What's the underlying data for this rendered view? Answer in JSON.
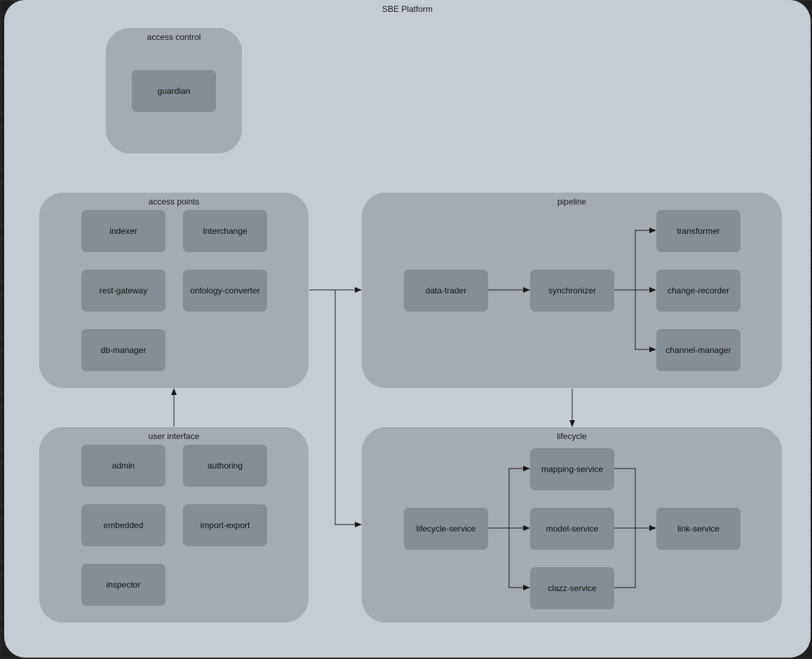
{
  "platform": {
    "title": "SBE Platform"
  },
  "groups": {
    "access_control": {
      "title": "access control",
      "nodes": {
        "guardian": "guardian"
      }
    },
    "access_points": {
      "title": "access points",
      "nodes": {
        "indexer": "indexer",
        "interchange": "Interchange",
        "rest_gateway": "rest-gateway",
        "ontology_converter": "ontology-converter",
        "db_manager": "db-manager"
      }
    },
    "user_interface": {
      "title": "user interface",
      "nodes": {
        "admin": "admin",
        "authoring": "authoring",
        "embedded": "embedded",
        "import_export": "import-export",
        "inspector": "inspector"
      }
    },
    "pipeline": {
      "title": "pipeline",
      "nodes": {
        "data_trader": "data-trader",
        "synchronizer": "synchronizer",
        "transformer": "transformer",
        "change_recorder": "change-recorder",
        "channel_manager": "channel-manager"
      }
    },
    "lifecycle": {
      "title": "lifecycle",
      "nodes": {
        "lifecycle_service": "lifecycle-service",
        "mapping_service": "mapping-service",
        "model_service": "model-service",
        "clazz_service": "clazz-service",
        "link_service": "link-service"
      }
    }
  },
  "edges": [
    {
      "from": "user-interface",
      "to": "access-points"
    },
    {
      "from": "access-points",
      "to": "pipeline"
    },
    {
      "from": "access-points",
      "to": "lifecycle"
    },
    {
      "from": "pipeline",
      "to": "lifecycle"
    },
    {
      "from": "data-trader",
      "to": "synchronizer"
    },
    {
      "from": "synchronizer",
      "to": "transformer"
    },
    {
      "from": "synchronizer",
      "to": "change-recorder"
    },
    {
      "from": "synchronizer",
      "to": "channel-manager"
    },
    {
      "from": "lifecycle-service",
      "to": "mapping-service"
    },
    {
      "from": "lifecycle-service",
      "to": "model-service"
    },
    {
      "from": "lifecycle-service",
      "to": "clazz-service"
    },
    {
      "from": "mapping-service",
      "to": "link-service"
    },
    {
      "from": "model-service",
      "to": "link-service"
    },
    {
      "from": "clazz-service",
      "to": "link-service"
    }
  ],
  "colors": {
    "canvas": "#1f1f1f",
    "platform": "#c5ccd4",
    "group": "#a4abb3",
    "node": "#858e94",
    "edge": "#1a1a1a"
  }
}
